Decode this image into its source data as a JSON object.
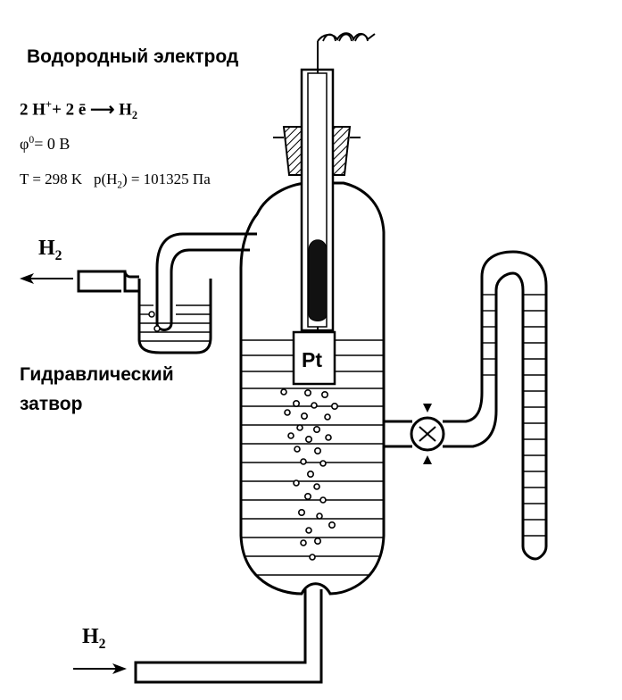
{
  "title": "Водородный электрод",
  "reaction": {
    "lhs": "2 H",
    "plus_sup": "+",
    "mid": "+  2 ē ",
    "arrow": "⟶",
    "rhs": " H",
    "rhs_sub": "2"
  },
  "potential": {
    "symbol": "φ",
    "sup": "0",
    "rest": "=  0  В"
  },
  "conditions": {
    "temp": "T = 298 K",
    "pressure_a": "p(H",
    "pressure_sub": "2",
    "pressure_b": ") = 101325 Па"
  },
  "seal_label": {
    "line1": "Гидравлический",
    "line2": "затвор"
  },
  "gas_out": {
    "base": "H",
    "sub": "2"
  },
  "gas_in": {
    "base": "H",
    "sub": "2"
  },
  "electrode_label": "Pt"
}
